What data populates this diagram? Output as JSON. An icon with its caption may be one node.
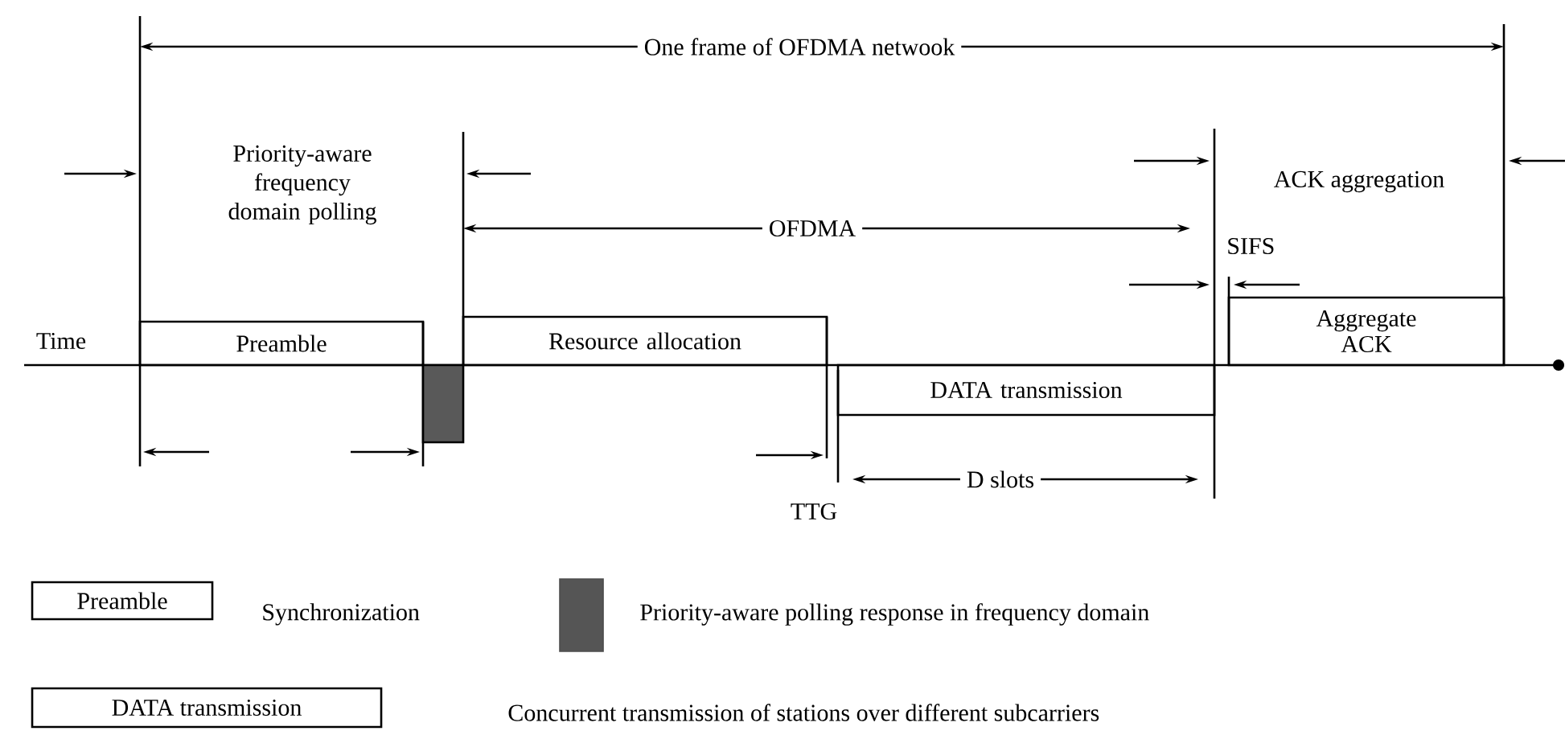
{
  "diagram": {
    "nodes": [
      {
        "text": [
          "Preamble"
        ]
      },
      {
        "text": [],
        "shape": "bar"
      },
      {
        "text": [
          "Resource allocation"
        ]
      },
      {
        "text": [
          "DATA transmission"
        ]
      },
      {
        "text": [
          "Aggregate ACK"
        ]
      }
    ],
    "labels": [
      "One frame of OFDMA netwook",
      "Priority-aware frequency domain polling",
      "OFDMA",
      "ACK aggregation",
      "SIFS",
      "Time",
      "TTG",
      "D slots",
      "Preamble",
      "DATA transmission"
    ],
    "legend": [
      {
        "text": "Synchronization"
      },
      {
        "text": "Priority-aware polling response in frequency domain",
        "color": "#555555"
      },
      {
        "text": "Concurrent transmission of stations over different subcarriers"
      }
    ]
  }
}
